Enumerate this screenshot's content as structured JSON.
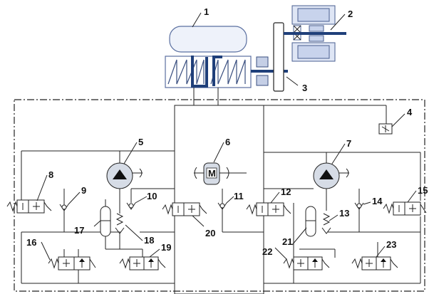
{
  "labels": {
    "l1": "1",
    "l2": "2",
    "l3": "3",
    "l4": "4",
    "l5": "5",
    "l6": "6",
    "l7": "7",
    "l8": "8",
    "l9": "9",
    "l10": "10",
    "l11": "11",
    "l12": "12",
    "l13": "13",
    "l14": "14",
    "l15": "15",
    "l16": "16",
    "l17": "17",
    "l18": "18",
    "l19": "19",
    "l20": "20",
    "l21": "21",
    "l22": "22",
    "l23": "23"
  },
  "motor_symbol": "M",
  "colors": {
    "accent": "#1f3f7a",
    "housing": "#dfe6f5",
    "pump": "#d6dce6",
    "line": "#222222"
  }
}
